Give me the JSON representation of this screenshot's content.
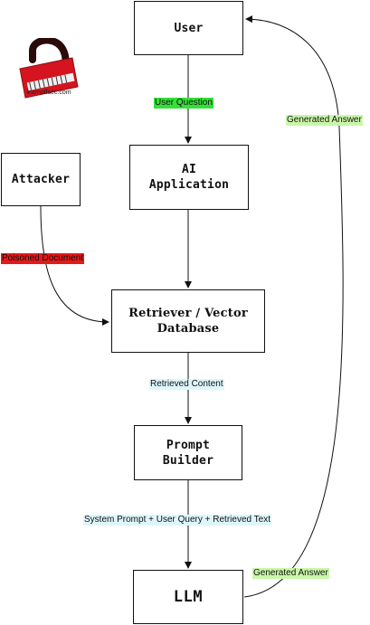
{
  "nodes": {
    "user": "User",
    "ai_application": "AI\nApplication",
    "attacker": "Attacker",
    "retriever": "Retriever / Vector\nDatabase",
    "prompt_builder": "Prompt\nBuilder",
    "llm": "LLM"
  },
  "edges": {
    "user_question": "User Question",
    "generated_answer_top": "Generated Answer",
    "poisoned_document": "Poisoned Document",
    "retrieved_content": "Retrieved Content",
    "system_prompt": "System Prompt + User Query + Retrieved Text",
    "generated_answer_bottom": "Generated Answer"
  },
  "logo": {
    "text": "learnoffsec.com",
    "icon": "padlock-icon"
  },
  "colors": {
    "user_question": "#35e03a",
    "generated_answer": "#c9f7a8",
    "poisoned_document": "#e31a1a",
    "retrieved_content": "#ddf6fb",
    "system_prompt": "#ddf6fb",
    "logo_red": "#d5141f"
  }
}
